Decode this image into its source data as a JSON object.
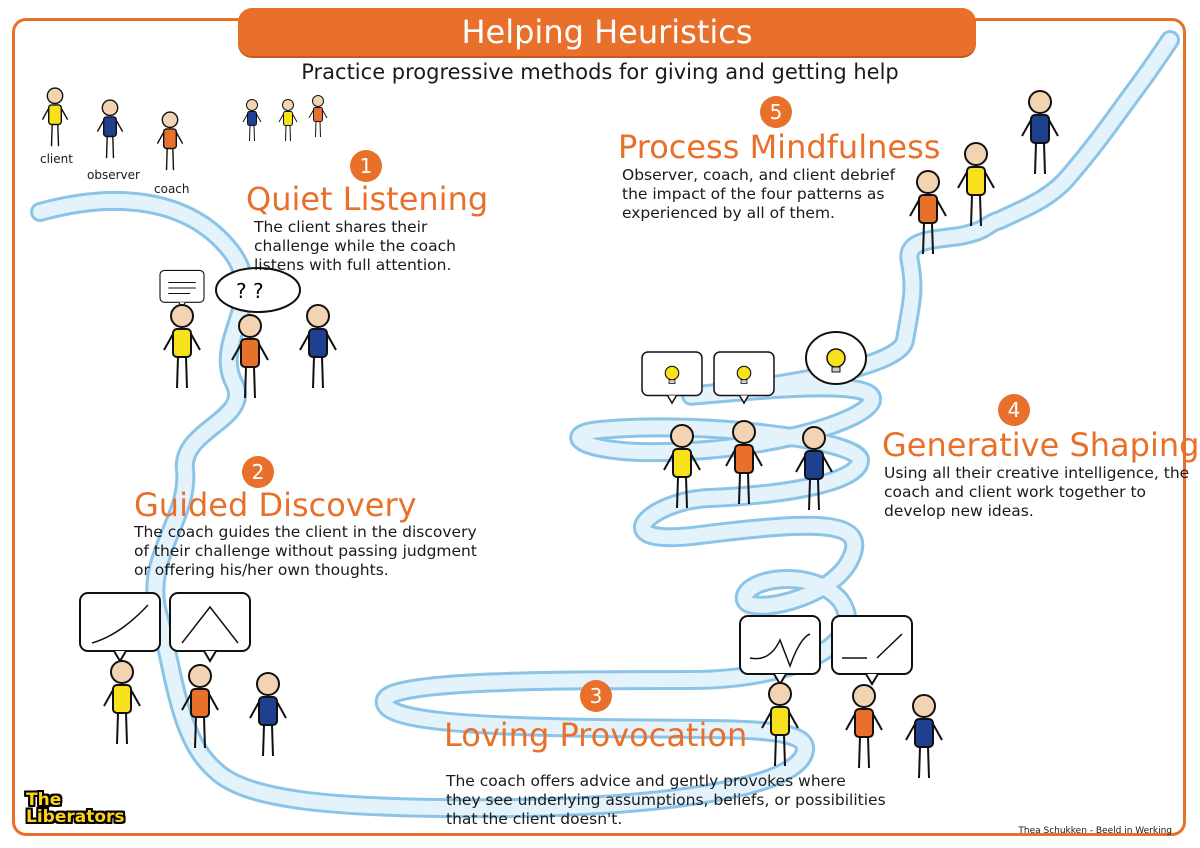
{
  "header": {
    "title": "Helping Heuristics",
    "subtitle": "Practice progressive methods for giving and getting help"
  },
  "legend": {
    "client": "client",
    "observer": "observer",
    "coach": "coach"
  },
  "steps": [
    {
      "number": "1",
      "title": "Quiet Listening",
      "lines": [
        "The client shares their",
        "challenge while the coach",
        "listens with full attention."
      ]
    },
    {
      "number": "2",
      "title": "Guided Discovery",
      "lines": [
        "The coach guides the client in the discovery",
        "of their challenge without passing judgment",
        "or offering his/her own thoughts."
      ]
    },
    {
      "number": "3",
      "title": "Loving Provocation",
      "lines": [
        "The coach offers advice and gently provokes where",
        "they see underlying assumptions, beliefs, or possibilities",
        "that the client doesn't."
      ]
    },
    {
      "number": "4",
      "title": "Generative Shaping",
      "lines": [
        "Using all their creative intelligence, the",
        "coach and client work together to",
        "develop new ideas."
      ]
    },
    {
      "number": "5",
      "title": "Process Mindfulness",
      "lines": [
        "Observer, coach, and client debrief",
        "the impact of the four patterns as",
        "experienced by all of them."
      ]
    }
  ],
  "logo": {
    "line1": "The",
    "line2": "Liberators"
  },
  "credit": "Thea Schukken - Beeld in Werking",
  "colors": {
    "accent": "#e8702a",
    "path": "#cfe8f7",
    "path_edge": "#8cc4e8",
    "yellow": "#f6e11c",
    "blue": "#1f3f8f",
    "orange": "#e8702a"
  }
}
